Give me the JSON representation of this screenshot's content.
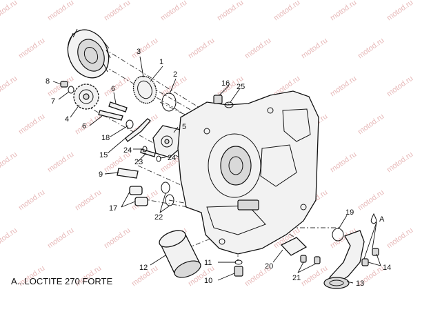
{
  "watermark": "motod.ru",
  "note": "A...LOCTITE 270 FORTE",
  "callouts": {
    "n1": "1",
    "n2": "2",
    "n3": "3",
    "n4": "4",
    "n5": "5",
    "n6a": "6",
    "n6b": "6",
    "n7": "7",
    "n8": "8",
    "n9": "9",
    "n10": "10",
    "n11": "11",
    "n12": "12",
    "n13": "13",
    "n14": "14",
    "n15": "15",
    "n16": "16",
    "n17": "17",
    "n18": "18",
    "n19": "19",
    "n20": "20",
    "n21": "21",
    "n22": "22",
    "n23": "23",
    "n24a": "24",
    "n24b": "24",
    "n25": "25",
    "nA": "A"
  }
}
